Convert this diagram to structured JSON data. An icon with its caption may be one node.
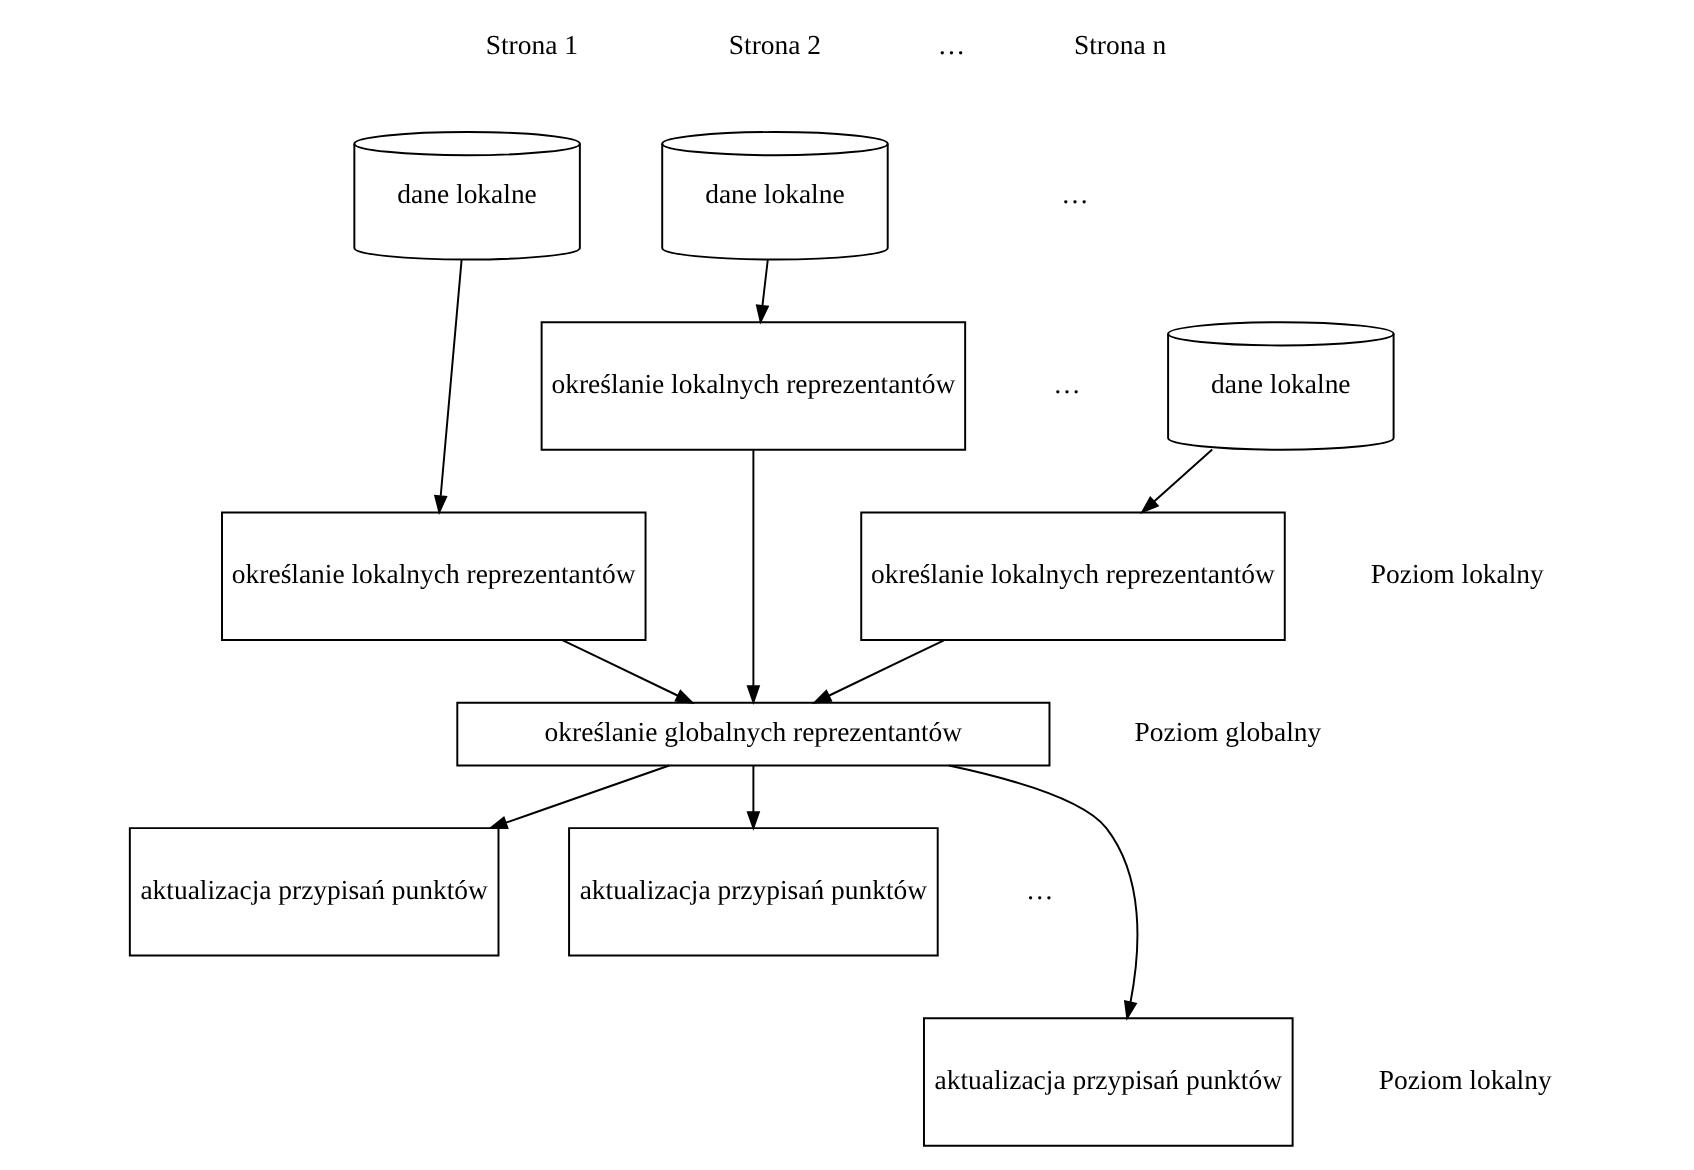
{
  "diagram": {
    "nodes": [
      {
        "text": [
          "dane lokalne"
        ]
      },
      {
        "text": [
          "dane lokalne"
        ]
      },
      {
        "text": [
          "dane lokalne"
        ]
      },
      {
        "text": [
          "określanie lokalnych reprezentantów"
        ]
      },
      {
        "text": [
          "określanie lokalnych reprezentantów"
        ]
      },
      {
        "text": [
          "określanie lokalnych reprezentantów"
        ]
      },
      {
        "text": [
          "określanie globalnych reprezentantów"
        ]
      },
      {
        "text": [
          "aktualizacja przypisań punktów"
        ]
      },
      {
        "text": [
          "aktualizacja przypisań punktów"
        ]
      },
      {
        "text": [
          "aktualizacja przypisań punktów"
        ]
      }
    ],
    "edges": [
      {
        "from": 0,
        "to": 3,
        "arrow": "to"
      },
      {
        "from": 1,
        "to": 4,
        "arrow": "to"
      },
      {
        "from": 2,
        "to": 5,
        "arrow": "to"
      },
      {
        "from": 3,
        "to": 6,
        "arrow": "to"
      },
      {
        "from": 4,
        "to": 6,
        "arrow": "to"
      },
      {
        "from": 5,
        "to": 6,
        "arrow": "to"
      },
      {
        "from": 6,
        "to": 7,
        "arrow": "to"
      },
      {
        "from": 6,
        "to": 8,
        "arrow": "to"
      },
      {
        "from": 6,
        "to": 9,
        "arrow": "to"
      }
    ],
    "labels": [
      "Strona 1",
      "Strona 2",
      "…",
      "Strona n",
      "…",
      "Poziom lokalny",
      "…",
      "Poziom globalny",
      "…",
      "Poziom lokalny"
    ]
  }
}
